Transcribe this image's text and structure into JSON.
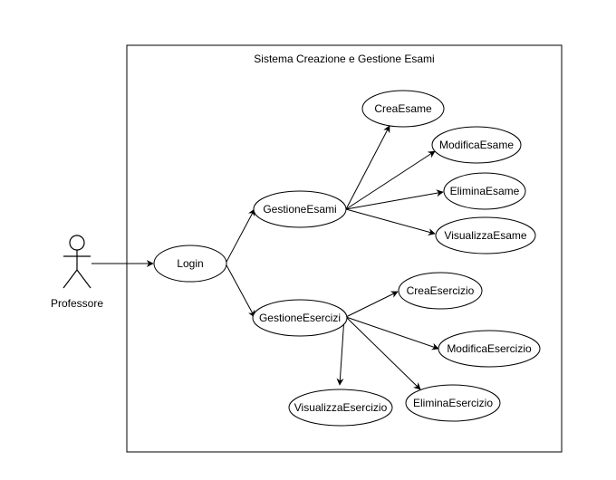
{
  "system": {
    "title": "Sistema Creazione e Gestione Esami"
  },
  "actor": {
    "label": "Professore"
  },
  "use_cases": {
    "login": "Login",
    "gestione_esami": "GestioneEsami",
    "crea_esame": "CreaEsame",
    "modifica_esame": "ModificaEsame",
    "elimina_esame": "EliminaEsame",
    "visualizza_esame": "VisualizzaEsame",
    "gestione_esercizi": "GestioneEsercizi",
    "crea_esercizio": "CreaEsercizio",
    "modifica_esercizio": "ModificaEsercizio",
    "elimina_esercizio": "EliminaEsercizio",
    "visualizza_esercizio": "VisualizzaEsercizio"
  }
}
